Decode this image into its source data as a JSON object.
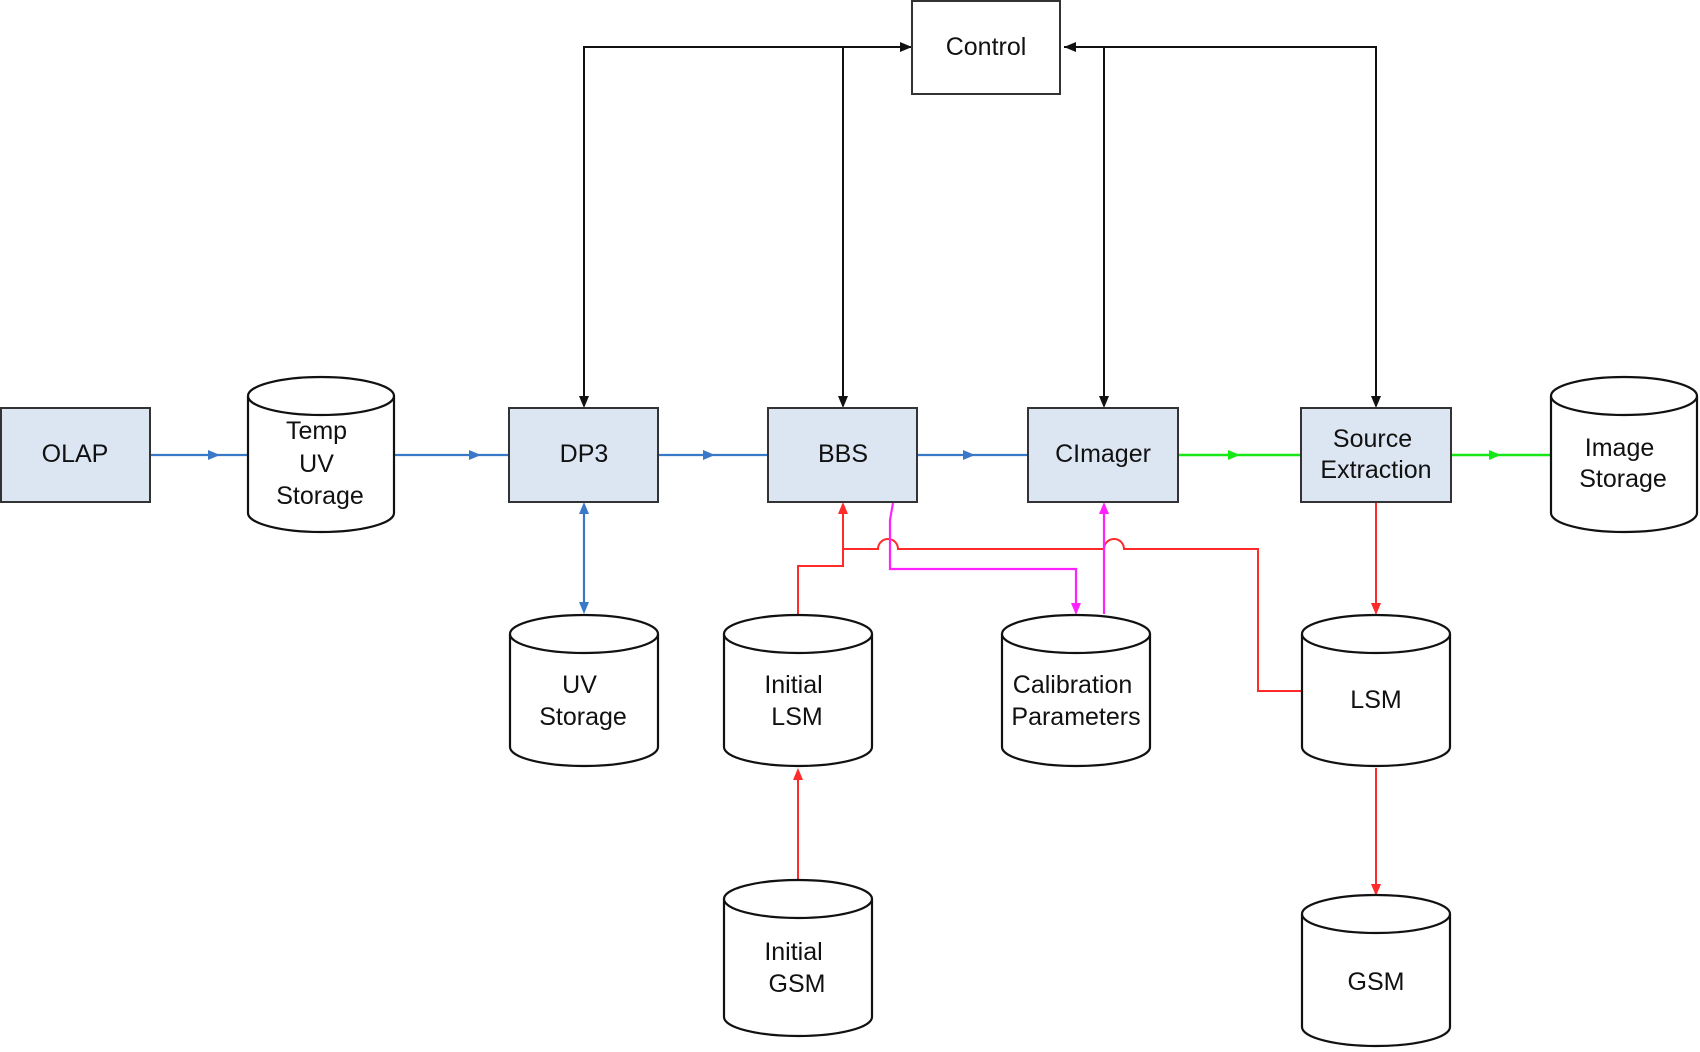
{
  "nodes": {
    "control": [
      "Control"
    ],
    "olap": [
      "OLAP"
    ],
    "temp_uv_storage": [
      "Temp",
      "UV",
      "Storage"
    ],
    "dp3": [
      "DP3"
    ],
    "bbs": [
      "BBS"
    ],
    "cimager": [
      "CImager"
    ],
    "source_extraction": [
      "Source",
      "Extraction"
    ],
    "image_storage": [
      "Image",
      "Storage"
    ],
    "uv_storage": [
      "UV",
      "Storage"
    ],
    "initial_lsm": [
      "Initial",
      "LSM"
    ],
    "calibration_parameters": [
      "Calibration",
      "Parameters"
    ],
    "lsm": [
      "LSM"
    ],
    "initial_gsm": [
      "Initial",
      "GSM"
    ],
    "gsm": [
      "GSM"
    ]
  },
  "colors": {
    "box_fill": "#dce6f2",
    "data_flow": "#3a78c8",
    "image_flow": "#17e617",
    "model_flow": "#ff2a2a",
    "calibration_flow": "#ff22ff",
    "control_flow": "#111111"
  }
}
